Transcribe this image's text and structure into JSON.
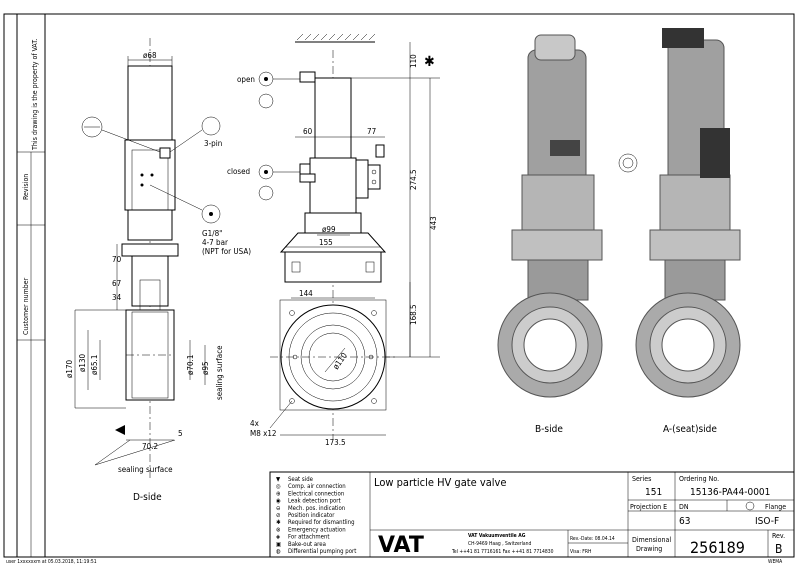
{
  "sidebar": {
    "property_note": "This drawing is the property of VAT.",
    "revision_label": "Revision",
    "customer_number_label": "Customer number"
  },
  "d_side": {
    "dim_top": "ø68",
    "label_3pin": "3-pin",
    "g18": "G1/8\"",
    "pressure": "4-7 bar",
    "npt": "(NPT for USA)",
    "dim_70": "70",
    "dim_67": "67",
    "dim_34": "34",
    "dim_170": "ø170",
    "dim_130": "ø130",
    "dim_65": "ø65.1",
    "dim_70_1": "ø70.1",
    "dim_95": "ø95",
    "sealing_surface_v": "sealing surface",
    "dim_70_2": "70.2",
    "dim_5": "5",
    "sealing_surface": "sealing surface",
    "view_label": "D-side"
  },
  "front": {
    "open_label": "open",
    "closed_label": "closed",
    "dim_60": "60",
    "dim_77": "77",
    "dim_99": "ø99",
    "dim_155": "155",
    "dim_144": "144",
    "dim_110_bore": "ø110",
    "holes_count": "4x",
    "holes_thread": "M8 x12",
    "dim_173": "173.5",
    "dim_110_top": "110",
    "dim_274": "274.5",
    "dim_443": "443",
    "dim_168": "168.5"
  },
  "iso_views": {
    "b_side": "B-side",
    "a_side": "A-(seat)side"
  },
  "legend": [
    {
      "symbol": "▼",
      "text": "Seat side"
    },
    {
      "symbol": "◎",
      "text": "Comp. air connection"
    },
    {
      "symbol": "⊕",
      "text": "Electrical connection"
    },
    {
      "symbol": "◉",
      "text": "Leak detection port"
    },
    {
      "symbol": "⊖",
      "text": "Mech. pos. indication"
    },
    {
      "symbol": "⊘",
      "text": "Position indicator"
    },
    {
      "symbol": "✱",
      "text": "Required for dismantling"
    },
    {
      "symbol": "⊗",
      "text": "Emergency actuation"
    },
    {
      "symbol": "◈",
      "text": "For attachment"
    },
    {
      "symbol": "▣",
      "text": "Bake-out area"
    },
    {
      "symbol": "◍",
      "text": "Differential pumping port"
    }
  ],
  "title_block": {
    "title": "Low particle HV gate valve",
    "series_label": "Series",
    "series_value": "151",
    "ordering_label": "Ordering No.",
    "ordering_value": "15136-PA44-0001",
    "projection_label": "Projection E",
    "dn_label": "DN",
    "dn_value": "63",
    "flange_label": "Flange",
    "flange_value": "ISO-F",
    "company": "VAT Vakuumventile AG",
    "address": "CH-9469 Haag , Switzerland",
    "contact": "Tel ++41 81 7716161 Fax ++41 81 7714830",
    "rev_date": "Rev.-Date: 08.04.14",
    "visa": "Visa: FRH",
    "doc_type_1": "Dimensional",
    "doc_type_2": "Drawing",
    "drawing_number": "256189",
    "rev_label": "Rev.",
    "rev_value": "B",
    "footer_user": "user 1xxxxxxm at 05.03.2018, 11:19:51",
    "footer_code": "WEMA"
  }
}
